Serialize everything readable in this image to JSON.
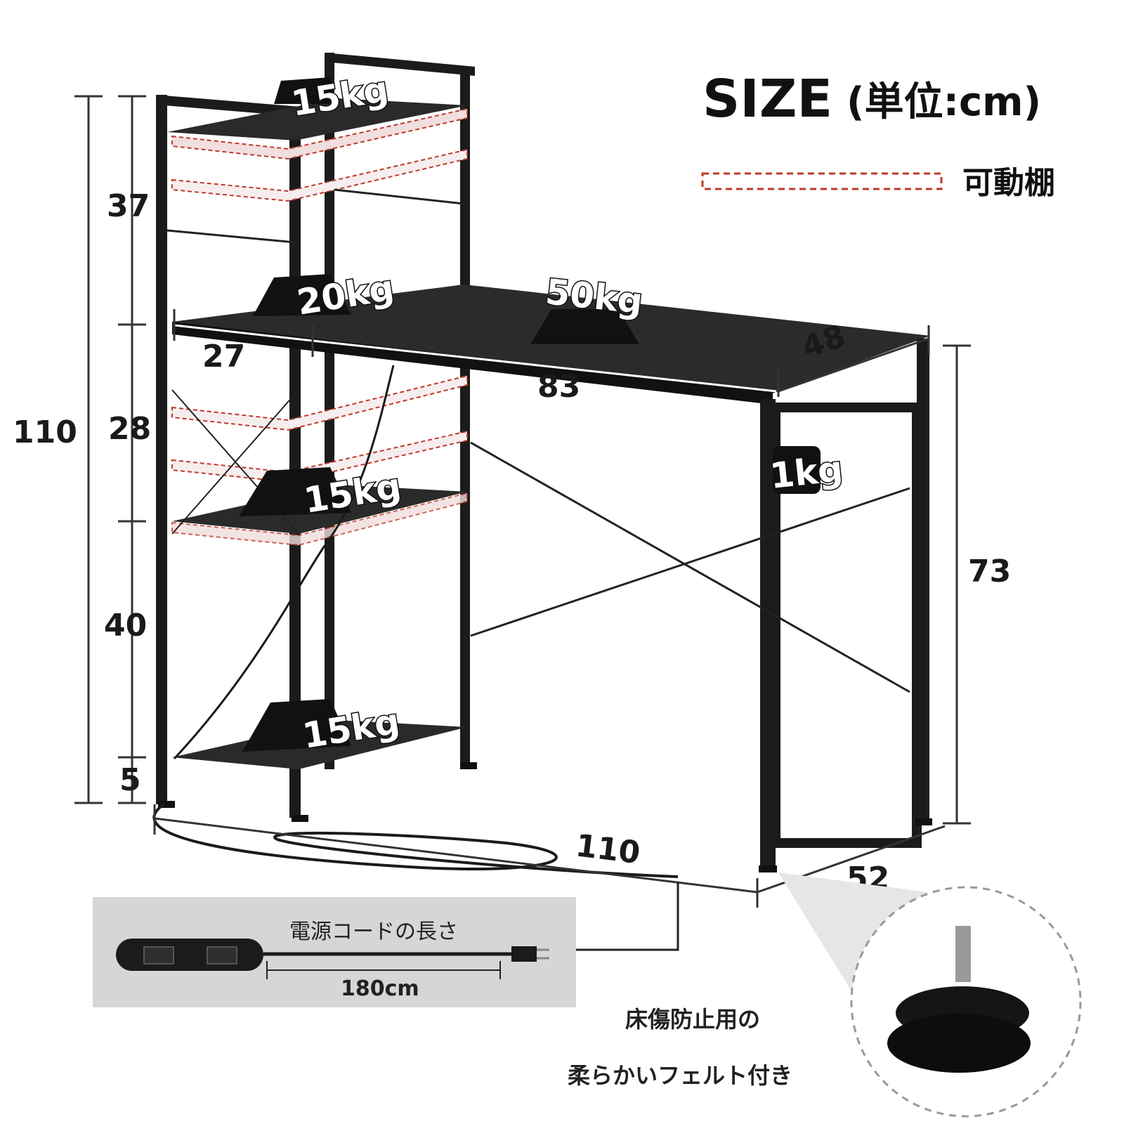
{
  "header": {
    "title": "SIZE",
    "unit": "(単位:cm)",
    "legend_label": "可動棚",
    "legend_color": "#c0392b"
  },
  "dimensions": {
    "total_height": "110",
    "top_section": "37",
    "middle_section": "28",
    "lower_section": "40",
    "bottom_gap": "5",
    "shelf_depth": "27",
    "desk_width": "83",
    "desk_depth": "48",
    "desk_height": "73",
    "total_width": "110",
    "total_depth": "52"
  },
  "loads": {
    "top_shelf": "15kg",
    "shelf_at_desk": "20kg",
    "desk_top": "50kg",
    "hook": "1kg",
    "middle_shelf": "15kg",
    "bottom_shelf": "15kg"
  },
  "power_cord": {
    "label": "電源コードの長さ",
    "length": "180cm"
  },
  "foot_pad": {
    "line1": "床傷防止用の",
    "line2": "柔らかいフェルト付き"
  }
}
